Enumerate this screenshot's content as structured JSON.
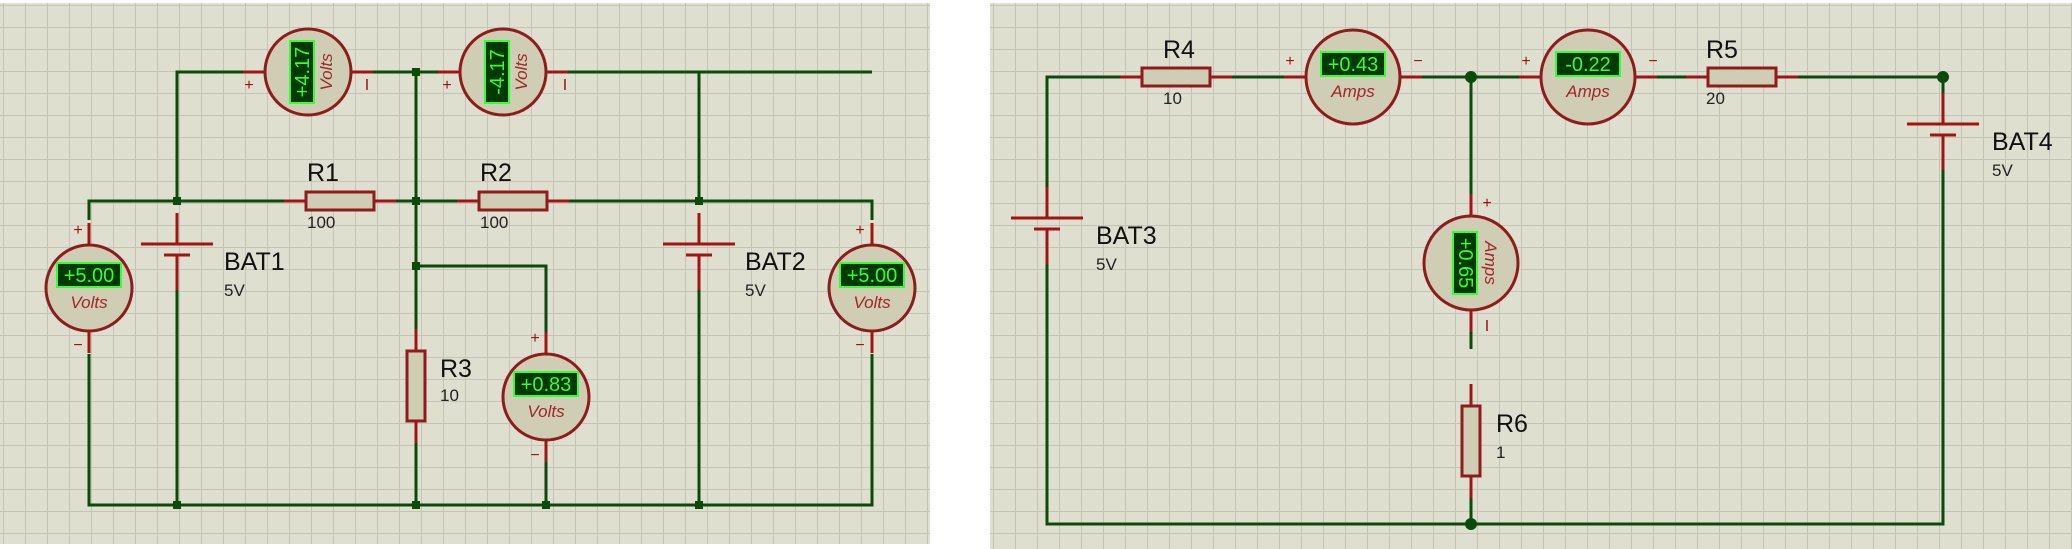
{
  "colors": {
    "grid_bg": "#dfdfd0",
    "grid_line": "#c4c4b6",
    "wire": "#0c4a0c",
    "pin": "#a01414",
    "component_stroke": "#8e1c1c",
    "component_fill": "#cfcdb4",
    "display_bg": "#003a00",
    "display_fg": "#33ff33"
  },
  "left_circuit": {
    "resistors": [
      {
        "id": "R1",
        "ref": "R1",
        "value": "100"
      },
      {
        "id": "R2",
        "ref": "R2",
        "value": "100"
      },
      {
        "id": "R3",
        "ref": "R3",
        "value": "10"
      }
    ],
    "batteries": [
      {
        "id": "BAT1",
        "ref": "BAT1",
        "value": "5V"
      },
      {
        "id": "BAT2",
        "ref": "BAT2",
        "value": "5V"
      }
    ],
    "voltmeters": [
      {
        "id": "vm-top-left",
        "reading": "+4.17",
        "unit": "Volts",
        "plus": "+",
        "minus": "I"
      },
      {
        "id": "vm-top-right",
        "reading": "-4.17",
        "unit": "Volts",
        "plus": "+",
        "minus": "I"
      },
      {
        "id": "vm-left",
        "reading": "+5.00",
        "unit": "Volts",
        "plus": "+",
        "minus": "−"
      },
      {
        "id": "vm-right",
        "reading": "+5.00",
        "unit": "Volts",
        "plus": "+",
        "minus": "−"
      },
      {
        "id": "vm-r3",
        "reading": "+0.83",
        "unit": "Volts",
        "plus": "+",
        "minus": "−"
      }
    ]
  },
  "right_circuit": {
    "resistors": [
      {
        "id": "R4",
        "ref": "R4",
        "value": "10"
      },
      {
        "id": "R5",
        "ref": "R5",
        "value": "20"
      },
      {
        "id": "R6",
        "ref": "R6",
        "value": "1"
      }
    ],
    "batteries": [
      {
        "id": "BAT3",
        "ref": "BAT3",
        "value": "5V"
      },
      {
        "id": "BAT4",
        "ref": "BAT4",
        "value": "5V"
      }
    ],
    "ammeters": [
      {
        "id": "am-left",
        "reading": "+0.43",
        "unit": "Amps",
        "plus": "+",
        "minus": "−"
      },
      {
        "id": "am-right",
        "reading": "-0.22",
        "unit": "Amps",
        "plus": "+",
        "minus": "−"
      },
      {
        "id": "am-middle",
        "reading": "+0.65",
        "unit": "Amps",
        "plus": "+",
        "minus": "I"
      }
    ]
  }
}
